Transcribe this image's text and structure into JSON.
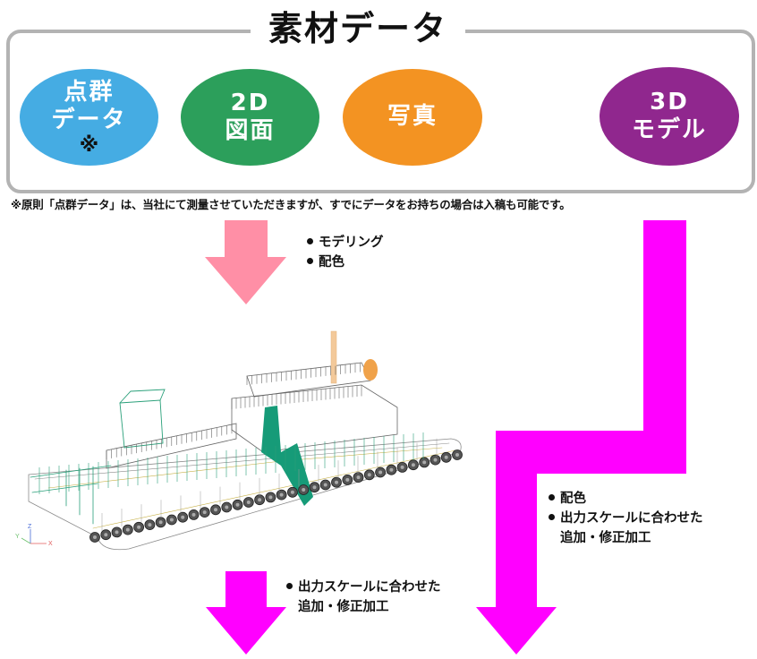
{
  "header": {
    "title": "素材データ"
  },
  "sources": [
    {
      "id": "point-cloud",
      "line1": "点群",
      "line2": "データ",
      "mark": "※",
      "color": "#45ace3"
    },
    {
      "id": "2d-drawing",
      "line1": "2D",
      "line2": "図面",
      "mark": "",
      "color": "#2c9f5b"
    },
    {
      "id": "photo",
      "line1": "写真",
      "line2": "",
      "mark": "",
      "color": "#f39322"
    },
    {
      "id": "3d-model",
      "line1": "3D",
      "line2": "モデル",
      "mark": "",
      "color": "#90278e"
    }
  ],
  "note": "※原則「点群データ」は、当社にて測量させていただきますが、すでにデータをお持ちの場合は入稿も可能です。",
  "steps": {
    "modeling": {
      "items": [
        "モデリング",
        "配色"
      ]
    },
    "from_3d": {
      "items": [
        "配色",
        "出力スケールに合わせた"
      ],
      "continuation": "追加・修正加工"
    },
    "output": {
      "items": [
        "出力スケールに合わせた"
      ],
      "continuation": "追加・修正加工"
    }
  },
  "model_view": {
    "description": "3D wireframe model of a work barge",
    "axes": {
      "x": "X",
      "y": "Y",
      "z": "Z"
    }
  },
  "colors": {
    "frame": "#b3b3b3",
    "arrow_pink": "#ff8fa6",
    "arrow_magenta": "#ff00ff",
    "wire_green": "#1aa37a",
    "wire_gray": "#6e6e6e"
  }
}
